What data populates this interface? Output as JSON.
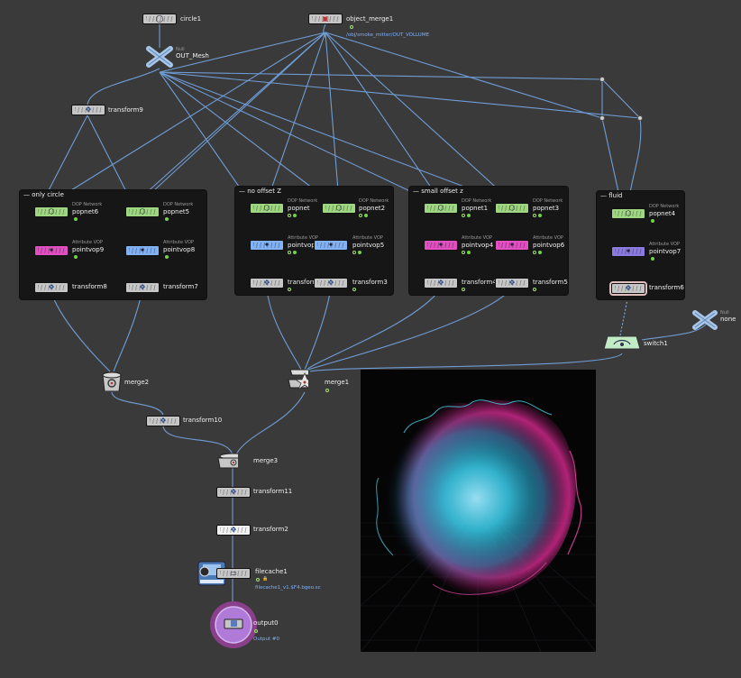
{
  "nodes": {
    "circle1": "circle1",
    "object_merge1": "object_merge1",
    "object_merge1_path": "/obj/smoke_mitter/OUT_VOLLUME",
    "out_mesh_type": "Null",
    "out_mesh": "OUT_Mesh",
    "transform9": "transform9",
    "merge2": "merge2",
    "merge1": "merge1",
    "transform10": "transform10",
    "merge3": "merge3",
    "transform11": "transform11",
    "transform2": "transform2",
    "filecache1": "filecache1",
    "filecache1_path": "filecache1_v1.$F4.bgeo.sc",
    "output0": "output0",
    "output0_sub": "Output #0",
    "none_type": "Null",
    "none": "none",
    "switch1": "switch1"
  },
  "network_boxes": {
    "only_circle": {
      "title": "only circle",
      "popnet6_type": "DOP Network",
      "popnet6": "popnet6",
      "popnet5_type": "DOP Network",
      "popnet5": "popnet5",
      "pointvop9_type": "Attribute VOP",
      "pointvop9": "pointvop9",
      "pointvop8_type": "Attribute VOP",
      "pointvop8": "pointvop8",
      "transform8": "transform8",
      "transform7": "transform7"
    },
    "no_offset_z": {
      "title": "no offset Z",
      "popnet_type": "DOP Network",
      "popnet": "popnet",
      "popnet2_type": "DOP Network",
      "popnet2": "popnet2",
      "pointvop_type": "Attribute VOP",
      "pointvop": "pointvop",
      "pointvop5_type": "Attribute VOP",
      "pointvop5": "pointvop5",
      "transform": "transform",
      "transform3": "transform3"
    },
    "small_offset_z": {
      "title": "small offset z",
      "popnet1_type": "DOP Network",
      "popnet1": "popnet1",
      "popnet3_type": "DOP Network",
      "popnet3": "popnet3",
      "pointvop4_type": "Attribute VOP",
      "pointvop4": "pointvop4",
      "pointvop6_type": "Attribute VOP",
      "pointvop6": "pointvop6",
      "transform4": "transform4",
      "transform5": "transform5"
    },
    "fluid": {
      "title": "fluid",
      "popnet4_type": "DOP Network",
      "popnet4": "popnet4",
      "pointvop7_type": "Attribute VOP",
      "pointvop7": "pointvop7",
      "transform6": "transform6"
    }
  },
  "colors": {
    "background": "#3a3a3a",
    "wire": "#6f9dd6",
    "network_box": "#161616",
    "dop_network": "#9ed681",
    "attribute_vop_pink": "#e050c0",
    "attribute_vop_blue": "#82b2f4",
    "attribute_vop_purple": "#8b7ae0",
    "particles_cyan": "#29d3ee",
    "particles_magenta": "#e62d9b"
  },
  "icons": {
    "null": "x-cross-icon",
    "transform": "transform-icon",
    "merge": "merge-icon",
    "switch": "switch-icon",
    "filecache": "disk-cache-icon",
    "output": "output-icon"
  }
}
